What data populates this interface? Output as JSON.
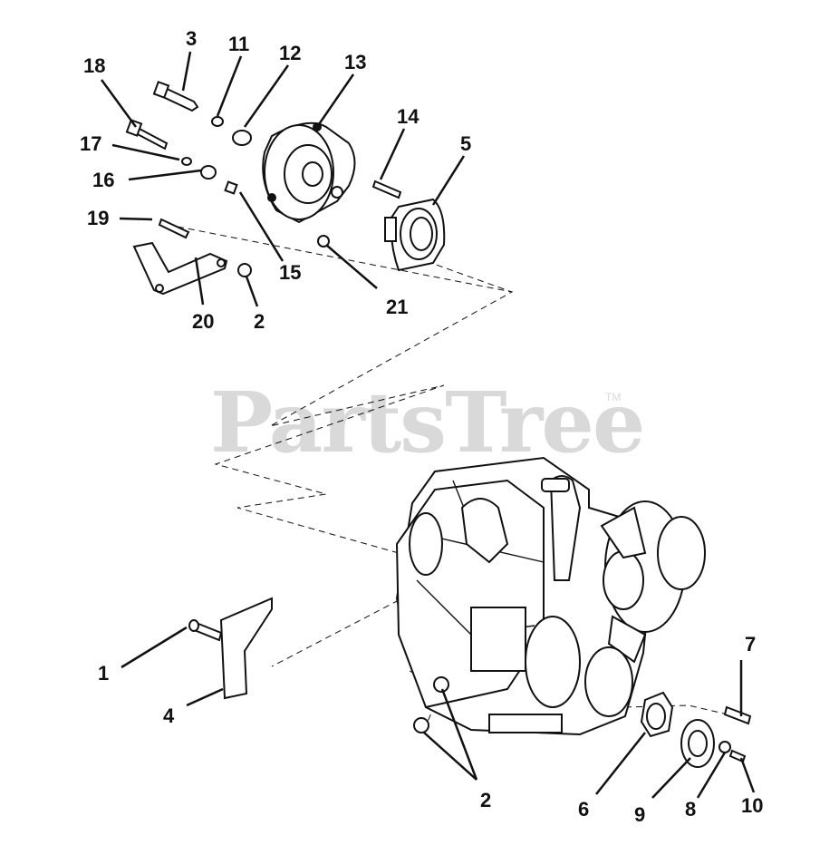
{
  "watermark": {
    "text": "PartsTree",
    "trademark": "TM"
  },
  "callouts": [
    {
      "id": "c1",
      "text": "1"
    },
    {
      "id": "c2a",
      "text": "2"
    },
    {
      "id": "c2b",
      "text": "2"
    },
    {
      "id": "c3",
      "text": "3"
    },
    {
      "id": "c4",
      "text": "4"
    },
    {
      "id": "c5",
      "text": "5"
    },
    {
      "id": "c6",
      "text": "6"
    },
    {
      "id": "c7",
      "text": "7"
    },
    {
      "id": "c8",
      "text": "8"
    },
    {
      "id": "c9",
      "text": "9"
    },
    {
      "id": "c10",
      "text": "10"
    },
    {
      "id": "c11",
      "text": "11"
    },
    {
      "id": "c12",
      "text": "12"
    },
    {
      "id": "c13",
      "text": "13"
    },
    {
      "id": "c14",
      "text": "14"
    },
    {
      "id": "c15",
      "text": "15"
    },
    {
      "id": "c16",
      "text": "16"
    },
    {
      "id": "c17",
      "text": "17"
    },
    {
      "id": "c18",
      "text": "18"
    },
    {
      "id": "c19",
      "text": "19"
    },
    {
      "id": "c20",
      "text": "20"
    },
    {
      "id": "c21",
      "text": "21"
    }
  ],
  "colors": {
    "line": "#111111",
    "watermark": "#d9d9d9",
    "background": "#ffffff"
  }
}
